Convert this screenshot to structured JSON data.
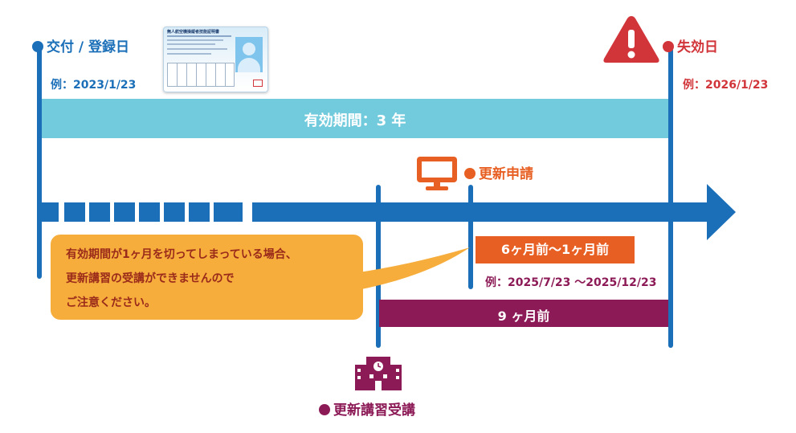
{
  "issue": {
    "label": "交付 / 登録日",
    "example": "例：2023/1/23"
  },
  "expiry": {
    "label": "失効日",
    "example": "例：2026/1/23"
  },
  "validity_bar": {
    "text": "有効期間：3 年"
  },
  "renewal_application": {
    "label": "更新申請",
    "range": "6ヶ月前〜1ヶ月前",
    "example": "例：2025/7/23 ～2025/12/23"
  },
  "course_window": {
    "text": "9 ヶ月前"
  },
  "renewal_course": {
    "label": "更新講習受講"
  },
  "warning_note": {
    "lines": [
      "有効期間が1ヶ月を切ってしまっている場合、",
      "更新講習の受講ができませんので",
      "ご注意ください。"
    ]
  },
  "license_card": {
    "title": "無人航空機操縦者技能証明書"
  },
  "colors": {
    "blue": "#1a6fb8",
    "light_blue": "#72cbdc",
    "red": "#d1353a",
    "orange": "#e85f23",
    "purple": "#8c1a56",
    "note": "#f6ad3c"
  },
  "icons": {
    "warning": "warning-icon",
    "monitor": "monitor-icon",
    "school": "school-icon",
    "card": "license-card-image"
  }
}
